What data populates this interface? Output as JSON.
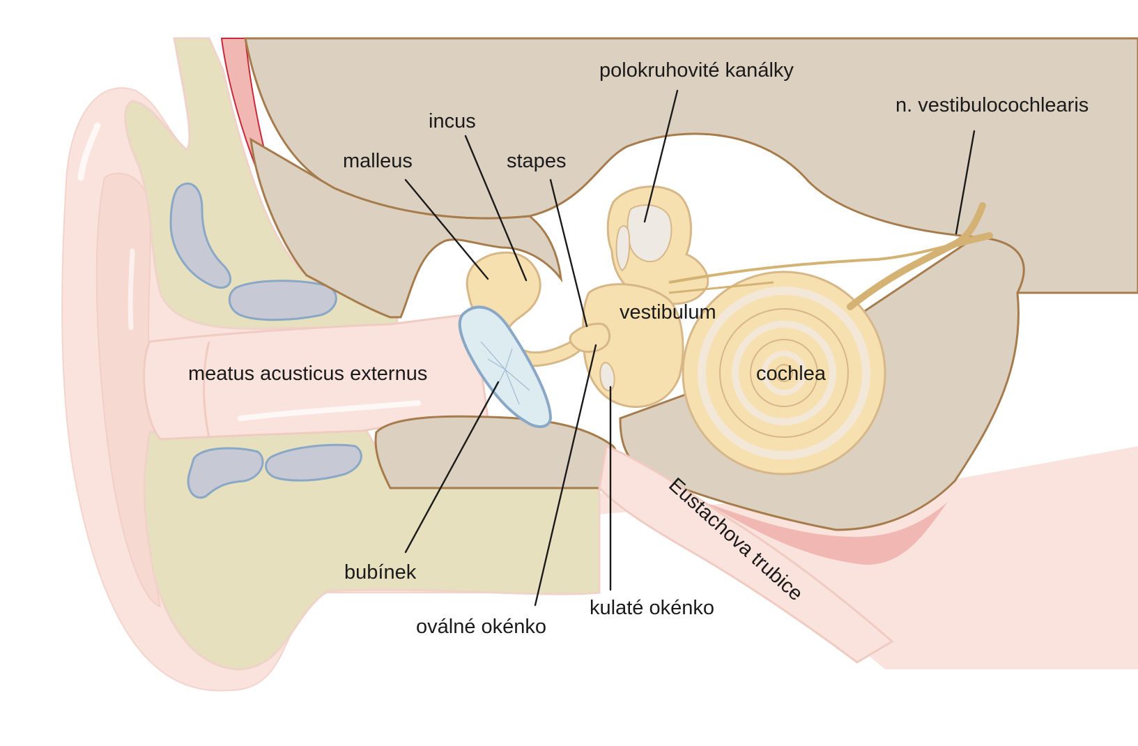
{
  "labels": {
    "polokruhovite_kanalky": "polokruhovité kanálky",
    "vestibulocochlearis": "n. vestibulocochlearis",
    "incus": "incus",
    "malleus": "malleus",
    "stapes": "stapes",
    "vestibulum": "vestibulum",
    "meatus": "meatus acusticus externus",
    "cochlea": "cochlea",
    "eustachova": "Eustachova trubice",
    "bubinek": "bubínek",
    "kulate_okenko": "kulaté okénko",
    "ovalne_okenko": "oválné okénko"
  },
  "colors": {
    "skin": "#f9e3dc",
    "skin_dark": "#f2cfc6",
    "cartilage": "#e6e0bf",
    "cartilage_blue": "#c7cad5",
    "blue_outline": "#8aa7c6",
    "bone": "#dcd0c0",
    "bone_outline": "#a77c4d",
    "inner_ear": "#f6e0b0",
    "inner_ear_outline": "#d7b787",
    "nerve": "#d4b274",
    "muscle_red": "#c8283a",
    "mucosa_pink": "#f1b7b2",
    "eardrum": "#dcecf1",
    "leader_line": "#1a1a1a"
  }
}
